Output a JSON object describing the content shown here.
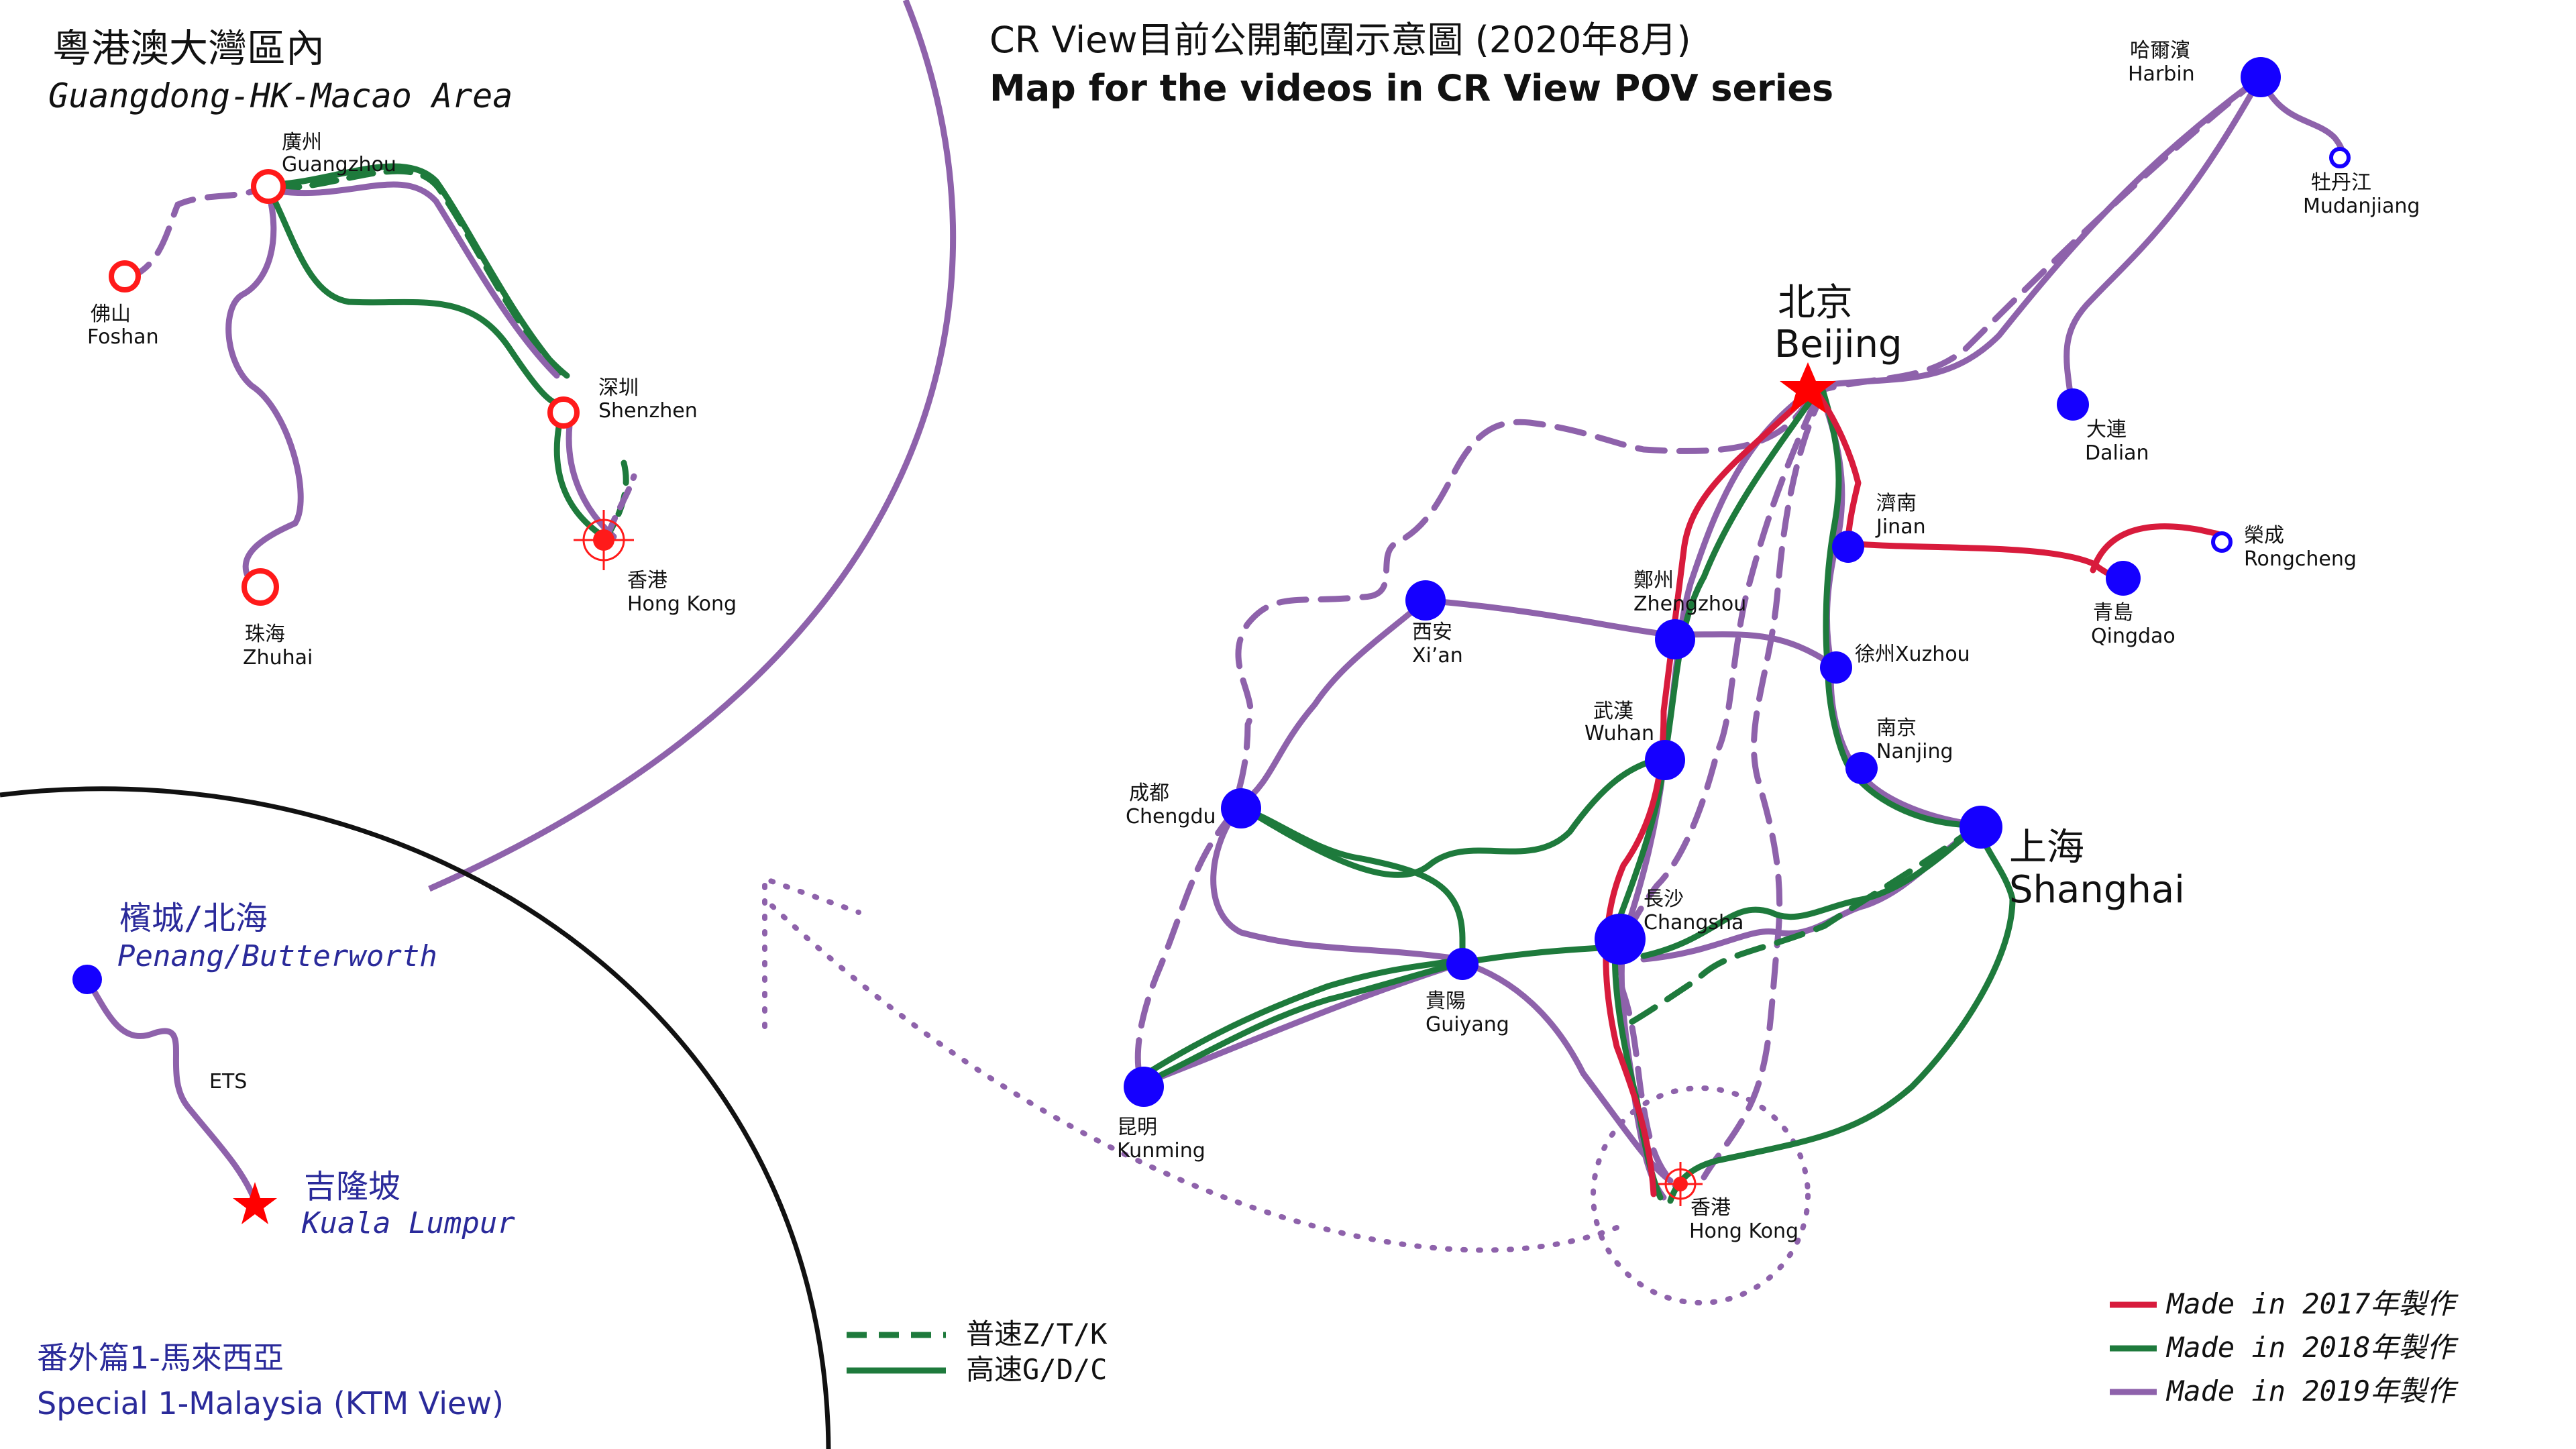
{
  "title": {
    "line1": "CR View目前公開範圍示意圖 (2020年8月)",
    "line2": "Map for the videos in CR View POV series"
  },
  "gba_inset": {
    "title_zh": "粵港澳大灣區內",
    "title_en": "Guangdong-HK-Macao Area",
    "stations": {
      "guangzhou": {
        "zh": "廣州",
        "en": "Guangzhou"
      },
      "foshan": {
        "zh": "佛山",
        "en": "Foshan"
      },
      "shenzhen": {
        "zh": "深圳",
        "en": "Shenzhen"
      },
      "hongkong": {
        "zh": "香港",
        "en": "Hong Kong"
      },
      "zhuhai": {
        "zh": "珠海",
        "en": "Zhuhai"
      }
    }
  },
  "malaysia_inset": {
    "penang_zh": "檳城/北海",
    "penang_en": "Penang/Butterworth",
    "line": "ETS",
    "kl_zh": "吉隆坡",
    "kl_en": "Kuala Lumpur",
    "special_zh": "番外篇1-馬來西亞",
    "special_en": "Special 1-Malaysia (KTM View)"
  },
  "stations": {
    "harbin": {
      "zh": "哈爾濱",
      "en": "Harbin"
    },
    "mudanjiang": {
      "zh": "牡丹江",
      "en": "Mudanjiang"
    },
    "dalian": {
      "zh": "大連",
      "en": "Dalian"
    },
    "beijing": {
      "zh": "北京",
      "en": "Beijing"
    },
    "jinan": {
      "zh": "濟南",
      "en": "Jinan"
    },
    "rongcheng": {
      "zh": "榮成",
      "en": "Rongcheng"
    },
    "qingdao": {
      "zh": "青島",
      "en": "Qingdao"
    },
    "xian": {
      "zh": "西安",
      "en": "Xi’an"
    },
    "zhengzhou": {
      "zh": "鄭州",
      "en": "Zhengzhou"
    },
    "xuzhou": {
      "text": "徐州Xuzhou"
    },
    "nanjing": {
      "zh": "南京",
      "en": "Nanjing"
    },
    "wuhan": {
      "zh": "武漢",
      "en": "Wuhan"
    },
    "shanghai": {
      "zh": "上海",
      "en": "Shanghai"
    },
    "chengdu": {
      "zh": "成都",
      "en": "Chengdu"
    },
    "changsha": {
      "zh": "長沙",
      "en": "Changsha"
    },
    "guiyang": {
      "zh": "貴陽",
      "en": "Guiyang"
    },
    "kunming": {
      "zh": "昆明",
      "en": "Kunming"
    },
    "hongkong": {
      "zh": "香港",
      "en": "Hong Kong"
    }
  },
  "legend": {
    "normal": "普速Z/T/K",
    "highspeed": "高速G/D/C",
    "y2017": "Made in 2017年製作",
    "y2018": "Made in 2018年製作",
    "y2019": "Made in 2019年製作"
  },
  "colors": {
    "y2017": "#d81b3c",
    "y2018": "#1e7a3c",
    "y2019": "#8e62ab",
    "station": "#1500ff",
    "star": "#ff0000",
    "malaysia_text": "#2a2a9a"
  }
}
